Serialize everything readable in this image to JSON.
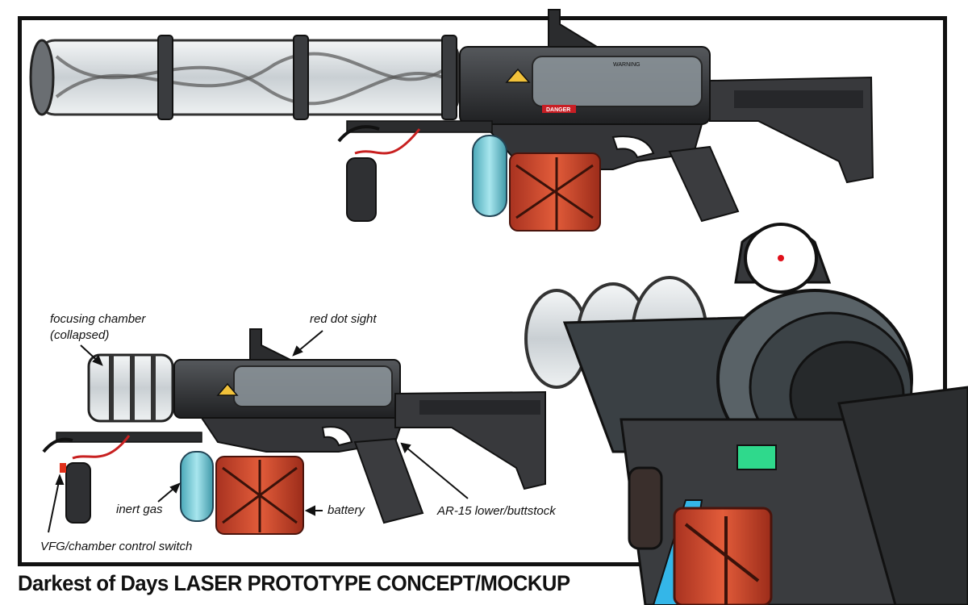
{
  "title": "Darkest of Days LASER PROTOTYPE CONCEPT/MOCKUP",
  "labels": {
    "focusing_chamber_line1": "focusing chamber",
    "focusing_chamber_line2": "(collapsed)",
    "red_dot_sight": "red dot sight",
    "inert_gas": "inert gas",
    "battery": "battery",
    "lower_buttstock": "AR-15 lower/buttstock",
    "vfg_switch": "VFG/chamber control switch"
  },
  "decals": {
    "warning": "WARNING",
    "danger": "DANGER"
  },
  "colors": {
    "gunmetal": "#2e2f31",
    "glass": "#d9dde0",
    "gas_canister": "#6ec7d4",
    "battery": "#d24a2c",
    "red_dot": "#e0101a",
    "switch_green": "#2fd98c",
    "grip_blue": "#34b6e8"
  }
}
